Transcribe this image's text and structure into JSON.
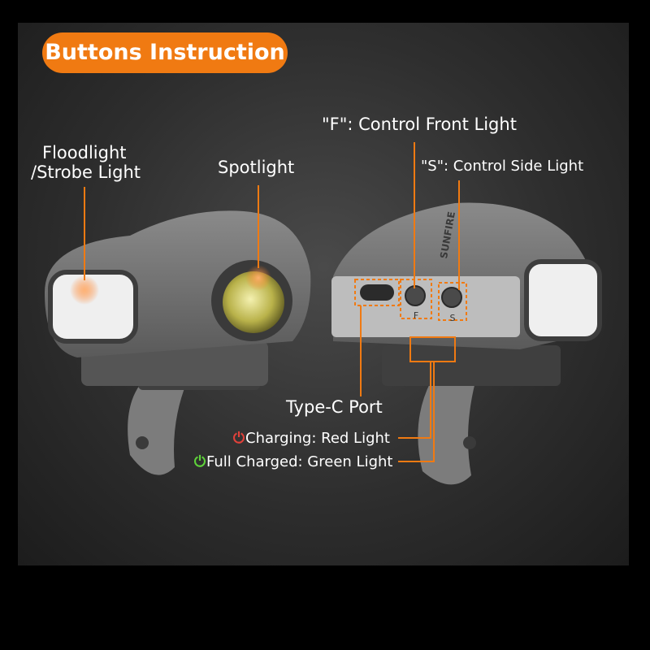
{
  "header": {
    "title": "Buttons Instruction"
  },
  "labels": {
    "floodlight_line1": "Floodlight",
    "floodlight_line2": "/Strobe Light",
    "spotlight": "Spotlight",
    "front_button": "\"F\": Control Front Light",
    "side_button": "\"S\": Control Side Light",
    "type_c": "Type-C Port",
    "charging": "Charging: Red Light",
    "full_charged": "Full Charged: Green Light",
    "button_f_letter": "F",
    "button_s_letter": "S",
    "brand_mark": "SUNFIRE"
  },
  "colors": {
    "accent": "#f07a12",
    "charging_icon": "#e0413a",
    "charged_icon": "#5ed13a",
    "housing": "#6e6e6e"
  },
  "icons": {
    "charging": "power-icon",
    "charged": "power-icon"
  }
}
